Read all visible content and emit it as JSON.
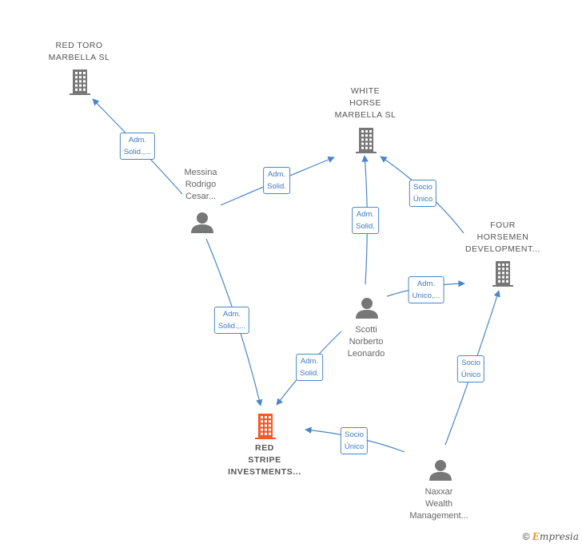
{
  "nodes": {
    "red_toro": {
      "label": "RED TORO\nMARBELLA  SL",
      "type": "company"
    },
    "white_horse": {
      "label": "WHITE\nHORSE\nMARBELLA  SL",
      "type": "company"
    },
    "four_horsemen": {
      "label": "FOUR\nHORSEMEN\nDEVELOPMENT...",
      "type": "company"
    },
    "red_stripe": {
      "label": "RED\nSTRIPE\nINVESTMENTS...",
      "type": "company-focus"
    },
    "messina": {
      "label": "Messina\nRodrigo\nCesar...",
      "type": "person"
    },
    "scotti": {
      "label": "Scotti\nNorberto\nLeonardo",
      "type": "person"
    },
    "naxxar": {
      "label": "Naxxar\nWealth\nManagement...",
      "type": "person"
    }
  },
  "edges": [
    {
      "from": "messina",
      "to": "red_toro",
      "label": "Adm.\nSolid.,..."
    },
    {
      "from": "messina",
      "to": "white_horse",
      "label": "Adm.\nSolid."
    },
    {
      "from": "messina",
      "to": "red_stripe",
      "label": "Adm.\nSolid.,..."
    },
    {
      "from": "scotti",
      "to": "white_horse",
      "label": "Adm.\nSolid."
    },
    {
      "from": "scotti",
      "to": "four_horsemen",
      "label": "Adm.\nUnico,..."
    },
    {
      "from": "scotti",
      "to": "red_stripe",
      "label": "Adm.\nSolid."
    },
    {
      "from": "four_horsemen",
      "to": "white_horse",
      "label": "Socio\nÚnico"
    },
    {
      "from": "naxxar",
      "to": "four_horsemen",
      "label": "Socio\nÚnico"
    },
    {
      "from": "naxxar",
      "to": "red_stripe",
      "label": "Socio\nÚnico"
    }
  ],
  "colors": {
    "edge": "#4a86c8",
    "company_icon": "#777777",
    "focus_icon": "#f05a28",
    "person_icon": "#777777"
  },
  "footer": {
    "copyright": "©",
    "brand_first": "E",
    "brand_rest": "mpresia"
  }
}
